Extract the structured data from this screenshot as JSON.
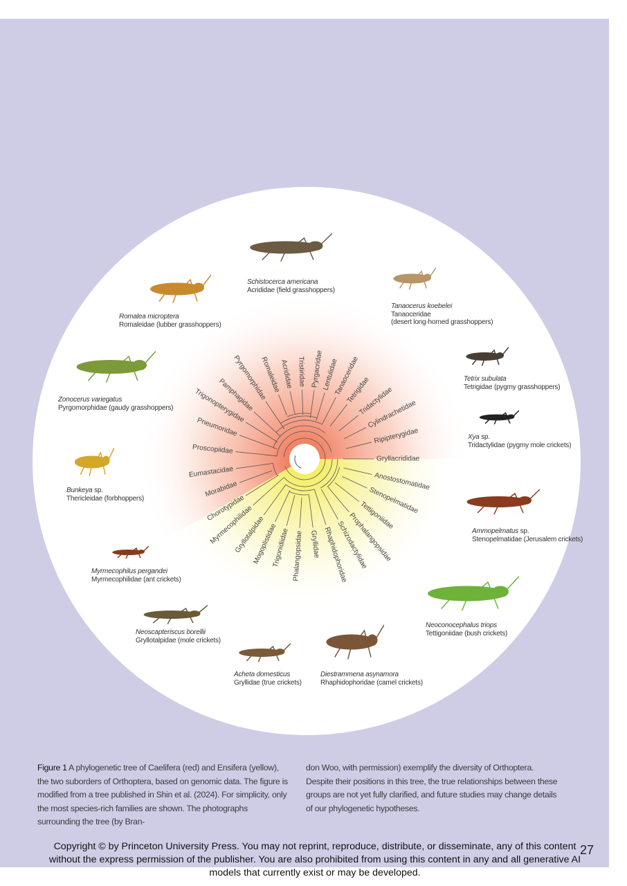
{
  "figure": {
    "caelifera_color": "#f08a6e",
    "ensifera_color": "#f5ef7a",
    "caelifera_families": [
      "Ripipterygidae",
      "Cylindrachetidae",
      "Tridactylidae",
      "Tetrigidae",
      "Tanaoceridae",
      "Lentulidae",
      "Pyrgacridae",
      "Tristiridae",
      "Acrididae",
      "Romaleidae",
      "Pyrgomorphidae",
      "Pamphagidae",
      "Trigonopterygidae",
      "Pneumoridae",
      "Proscopiidae",
      "Eumastacidae",
      "Morabidae",
      "Chorotypidae"
    ],
    "ensifera_families": [
      "Gryllacrididae",
      "Anostostomatidae",
      "Stenopelmatidae",
      "Tettigoniidae",
      "Prophalangopsidae",
      "Schizodactylidae",
      "Rhaphidophoridae",
      "Gryllidae",
      "Phalangopsidae",
      "Trigonidiidae",
      "Mogoplistidae",
      "Gryllotalpidae",
      "Myrmecophilidae"
    ],
    "photos": [
      {
        "species": "Schistocerca americana",
        "family": "Acrididae (field grasshoppers)",
        "color": "#6b5a44"
      },
      {
        "species": "Tanaocerus koebelei",
        "family": "Tanaoceridae",
        "family2": "(desert long-horned grasshoppers)",
        "color": "#b89566"
      },
      {
        "species": "Romalea microptera",
        "family": "Romaleidae (lubber grasshoppers)",
        "color": "#c98a2e"
      },
      {
        "species": "Zonocerus variegatus",
        "family": "Pyrgomorphidae (gaudy grasshoppers)",
        "color": "#7c9a3a"
      },
      {
        "species": "Tetrix subulata",
        "family": "Tetrigidae (pygmy grasshoppers)",
        "color": "#4a3d33"
      },
      {
        "species": "Xya",
        "species_suffix": " sp.",
        "family": "Tridactylidae (pygmy mole crickets)",
        "color": "#222222"
      },
      {
        "species": "Bunkeya",
        "species_suffix": " sp.",
        "family": "Thericleidae (forbhoppers)",
        "color": "#d4a72a"
      },
      {
        "species": "Ammopelmatus",
        "species_suffix": " sp.",
        "family": "Stenopelmatidae (Jerusalem crickets)",
        "color": "#8a3b1e"
      },
      {
        "species": "Myrmecophilus pergandei",
        "family": "Myrmecophilidae (ant crickets)",
        "color": "#8a3a1a"
      },
      {
        "species": "Neoconocephalus triops",
        "family": "Tettigoniidae (bush crickets)",
        "color": "#6fb23a"
      },
      {
        "species": "Neoscapteriscus borellii",
        "family": "Gryllotalpidae (mole crickets)",
        "color": "#6b5a3a"
      },
      {
        "species": "Acheta domesticus",
        "family": "Gryllidae (true crickets)",
        "color": "#7a5a38"
      },
      {
        "species": "Diestrammena asynamora",
        "family": "Rhaphidophoridae (camel crickets)",
        "color": "#7a5538"
      }
    ]
  },
  "caption": {
    "label": "Figure 1",
    "col1": " A phylogenetic tree of Caelifera (red) and Ensifera (yellow), the two suborders of Orthoptera, based on genomic data. The figure is modified from a tree published in Shin et al. (2024). For simplicity, only the most species-rich families are shown. The photographs surrounding the tree (by Bran-",
    "col2": "don Woo, with permission) exemplify the diversity of Orthoptera. Despite their positions in this tree, the true relationships between these groups are not yet fully clarified, and future studies may change details of our phylogenetic hypotheses."
  },
  "footer": {
    "copyright": "Copyright © by Princeton University Press. You may not reprint, reproduce, distribute, or disseminate, any of this content without the express permission of the publisher. You are also prohibited from using this content in any and all generative AI models that currently exist or may be developed.",
    "page_number": "27"
  }
}
